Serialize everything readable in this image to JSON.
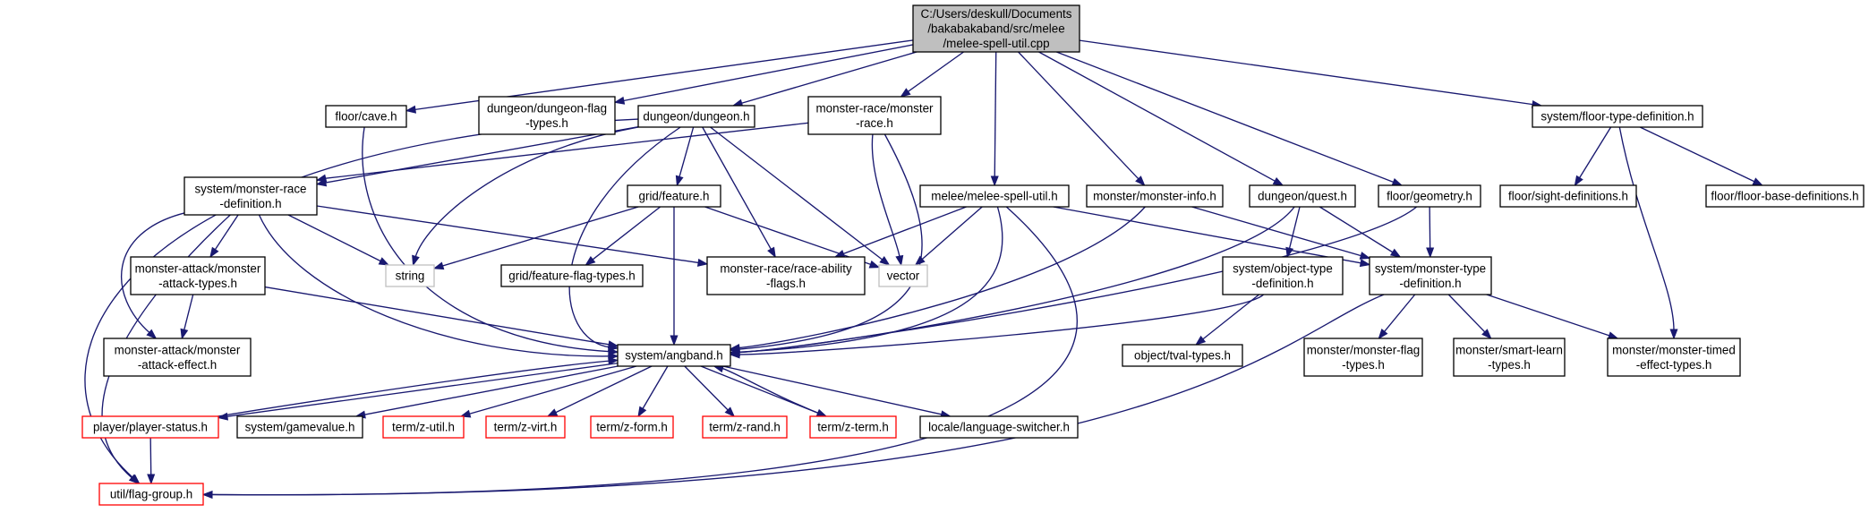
{
  "graph": {
    "colors": {
      "edge": "#191970",
      "root_fill": "#bfbfbf",
      "normal_border": "#000000",
      "missing_border": "#ff0000",
      "system_border": "#bfbfbf"
    },
    "nodes": [
      {
        "id": "root",
        "style": "root",
        "lines": [
          "C:/Users/deskull/Documents",
          "/bakabakaband/src/melee",
          "/melee-spell-util.cpp"
        ]
      },
      {
        "id": "floor-cave",
        "style": "normal",
        "lines": [
          "floor/cave.h"
        ]
      },
      {
        "id": "dungeon-flag-types",
        "style": "normal",
        "lines": [
          "dungeon/dungeon-flag",
          "-types.h"
        ]
      },
      {
        "id": "dungeon-dungeon",
        "style": "normal",
        "lines": [
          "dungeon/dungeon.h"
        ]
      },
      {
        "id": "monster-race-race",
        "style": "normal",
        "lines": [
          "monster-race/monster",
          "-race.h"
        ]
      },
      {
        "id": "floor-type-definition",
        "style": "normal",
        "lines": [
          "system/floor-type-definition.h"
        ]
      },
      {
        "id": "monster-race-definition",
        "style": "normal",
        "lines": [
          "system/monster-race",
          "-definition.h"
        ]
      },
      {
        "id": "grid-feature",
        "style": "normal",
        "lines": [
          "grid/feature.h"
        ]
      },
      {
        "id": "melee-spell-util-h",
        "style": "normal",
        "lines": [
          "melee/melee-spell-util.h"
        ]
      },
      {
        "id": "monster-info",
        "style": "normal",
        "lines": [
          "monster/monster-info.h"
        ]
      },
      {
        "id": "dungeon-quest",
        "style": "normal",
        "lines": [
          "dungeon/quest.h"
        ]
      },
      {
        "id": "floor-geometry",
        "style": "normal",
        "lines": [
          "floor/geometry.h"
        ]
      },
      {
        "id": "sight-definitions",
        "style": "normal",
        "lines": [
          "floor/sight-definitions.h"
        ]
      },
      {
        "id": "floor-base-definitions",
        "style": "normal",
        "lines": [
          "floor/floor-base-definitions.h"
        ]
      },
      {
        "id": "monster-attack-types",
        "style": "normal",
        "lines": [
          "monster-attack/monster",
          "-attack-types.h"
        ]
      },
      {
        "id": "string",
        "style": "grey",
        "lines": [
          "string"
        ]
      },
      {
        "id": "feature-flag-types",
        "style": "normal",
        "lines": [
          "grid/feature-flag-types.h"
        ]
      },
      {
        "id": "race-ability-flags",
        "style": "normal",
        "lines": [
          "monster-race/race-ability",
          "-flags.h"
        ]
      },
      {
        "id": "vector",
        "style": "grey",
        "lines": [
          "vector"
        ]
      },
      {
        "id": "object-type-definition",
        "style": "normal",
        "lines": [
          "system/object-type",
          "-definition.h"
        ]
      },
      {
        "id": "monster-type-definition",
        "style": "normal",
        "lines": [
          "system/monster-type",
          "-definition.h"
        ]
      },
      {
        "id": "monster-attack-effect",
        "style": "normal",
        "lines": [
          "monster-attack/monster",
          "-attack-effect.h"
        ]
      },
      {
        "id": "angband",
        "style": "normal",
        "lines": [
          "system/angband.h"
        ]
      },
      {
        "id": "tval-types",
        "style": "normal",
        "lines": [
          "object/tval-types.h"
        ]
      },
      {
        "id": "monster-flag-types",
        "style": "normal",
        "lines": [
          "monster/monster-flag",
          "-types.h"
        ]
      },
      {
        "id": "smart-learn-types",
        "style": "normal",
        "lines": [
          "monster/smart-learn",
          "-types.h"
        ]
      },
      {
        "id": "monster-timed-effect-types",
        "style": "normal",
        "lines": [
          "monster/monster-timed",
          "-effect-types.h"
        ]
      },
      {
        "id": "player-status",
        "style": "red",
        "lines": [
          "player/player-status.h"
        ]
      },
      {
        "id": "gamevalue",
        "style": "normal",
        "lines": [
          "system/gamevalue.h"
        ]
      },
      {
        "id": "z-util",
        "style": "red",
        "lines": [
          "term/z-util.h"
        ]
      },
      {
        "id": "z-virt",
        "style": "red",
        "lines": [
          "term/z-virt.h"
        ]
      },
      {
        "id": "z-form",
        "style": "red",
        "lines": [
          "term/z-form.h"
        ]
      },
      {
        "id": "z-rand",
        "style": "red",
        "lines": [
          "term/z-rand.h"
        ]
      },
      {
        "id": "z-term",
        "style": "red",
        "lines": [
          "term/z-term.h"
        ]
      },
      {
        "id": "language-switcher",
        "style": "normal",
        "lines": [
          "locale/language-switcher.h"
        ]
      },
      {
        "id": "flag-group",
        "style": "red",
        "lines": [
          "util/flag-group.h"
        ]
      }
    ]
  }
}
